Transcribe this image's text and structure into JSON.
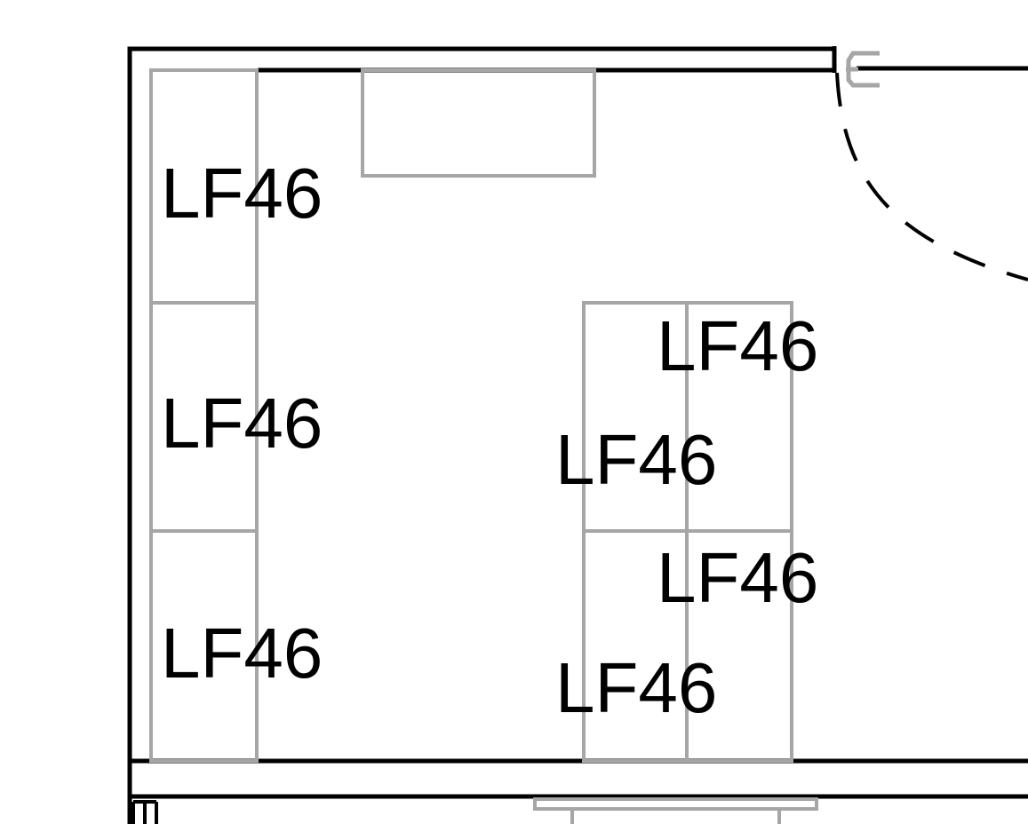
{
  "plan": {
    "wall_color": "#000000",
    "furniture_color": "#a6a6a6",
    "tags": {
      "left_top": "LF46",
      "left_middle": "LF46",
      "left_bottom": "LF46",
      "center_upper_right": "LF46",
      "center_upper_left": "LF46",
      "center_lower_right": "LF46",
      "center_lower_left": "LF46"
    }
  }
}
